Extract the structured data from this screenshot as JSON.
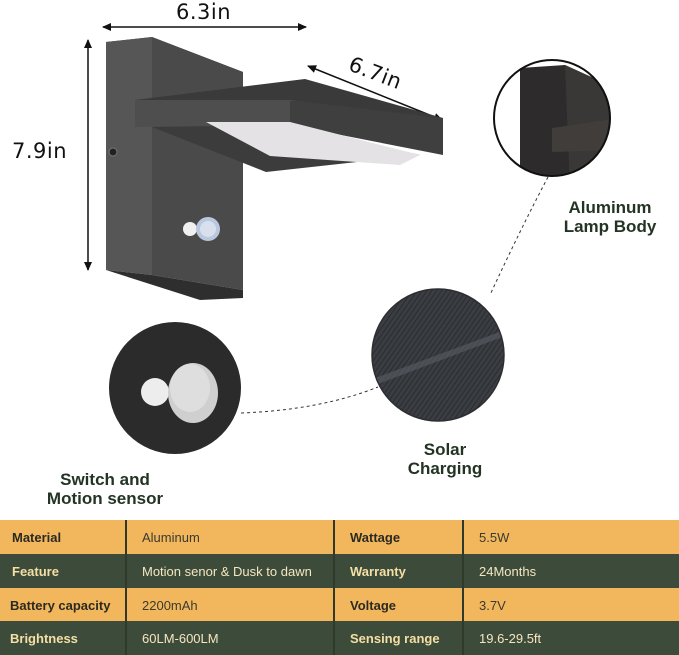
{
  "dimensions": {
    "width": "6.3in",
    "depth": "6.7in",
    "height": "7.9in"
  },
  "callouts": {
    "lamp_body": [
      "Aluminum",
      "Lamp Body"
    ],
    "solar": [
      "Solar",
      "Charging"
    ],
    "sensor": [
      "Switch and",
      "Motion sensor"
    ]
  },
  "colors": {
    "row_light": "#f2b75c",
    "row_dark": "#3d4c3a",
    "callout_text": "#233424",
    "lamp_body": "#4a4a4a"
  },
  "specs": [
    {
      "left_key": "Material",
      "left_val": "Aluminum",
      "right_key": "Wattage",
      "right_val": "5.5W",
      "style": "light"
    },
    {
      "left_key": "Feature",
      "left_val": "Motion senor & Dusk to dawn",
      "right_key": "Warranty",
      "right_val": "24Months",
      "style": "dark"
    },
    {
      "left_key": "Battery capacity",
      "left_val": "2200mAh",
      "right_key": "Voltage",
      "right_val": "3.7V",
      "style": "light"
    },
    {
      "left_key": "Brightness",
      "left_val": "60LM-600LM",
      "right_key": "Sensing range",
      "right_val": "19.6-29.5ft",
      "style": "dark"
    }
  ]
}
